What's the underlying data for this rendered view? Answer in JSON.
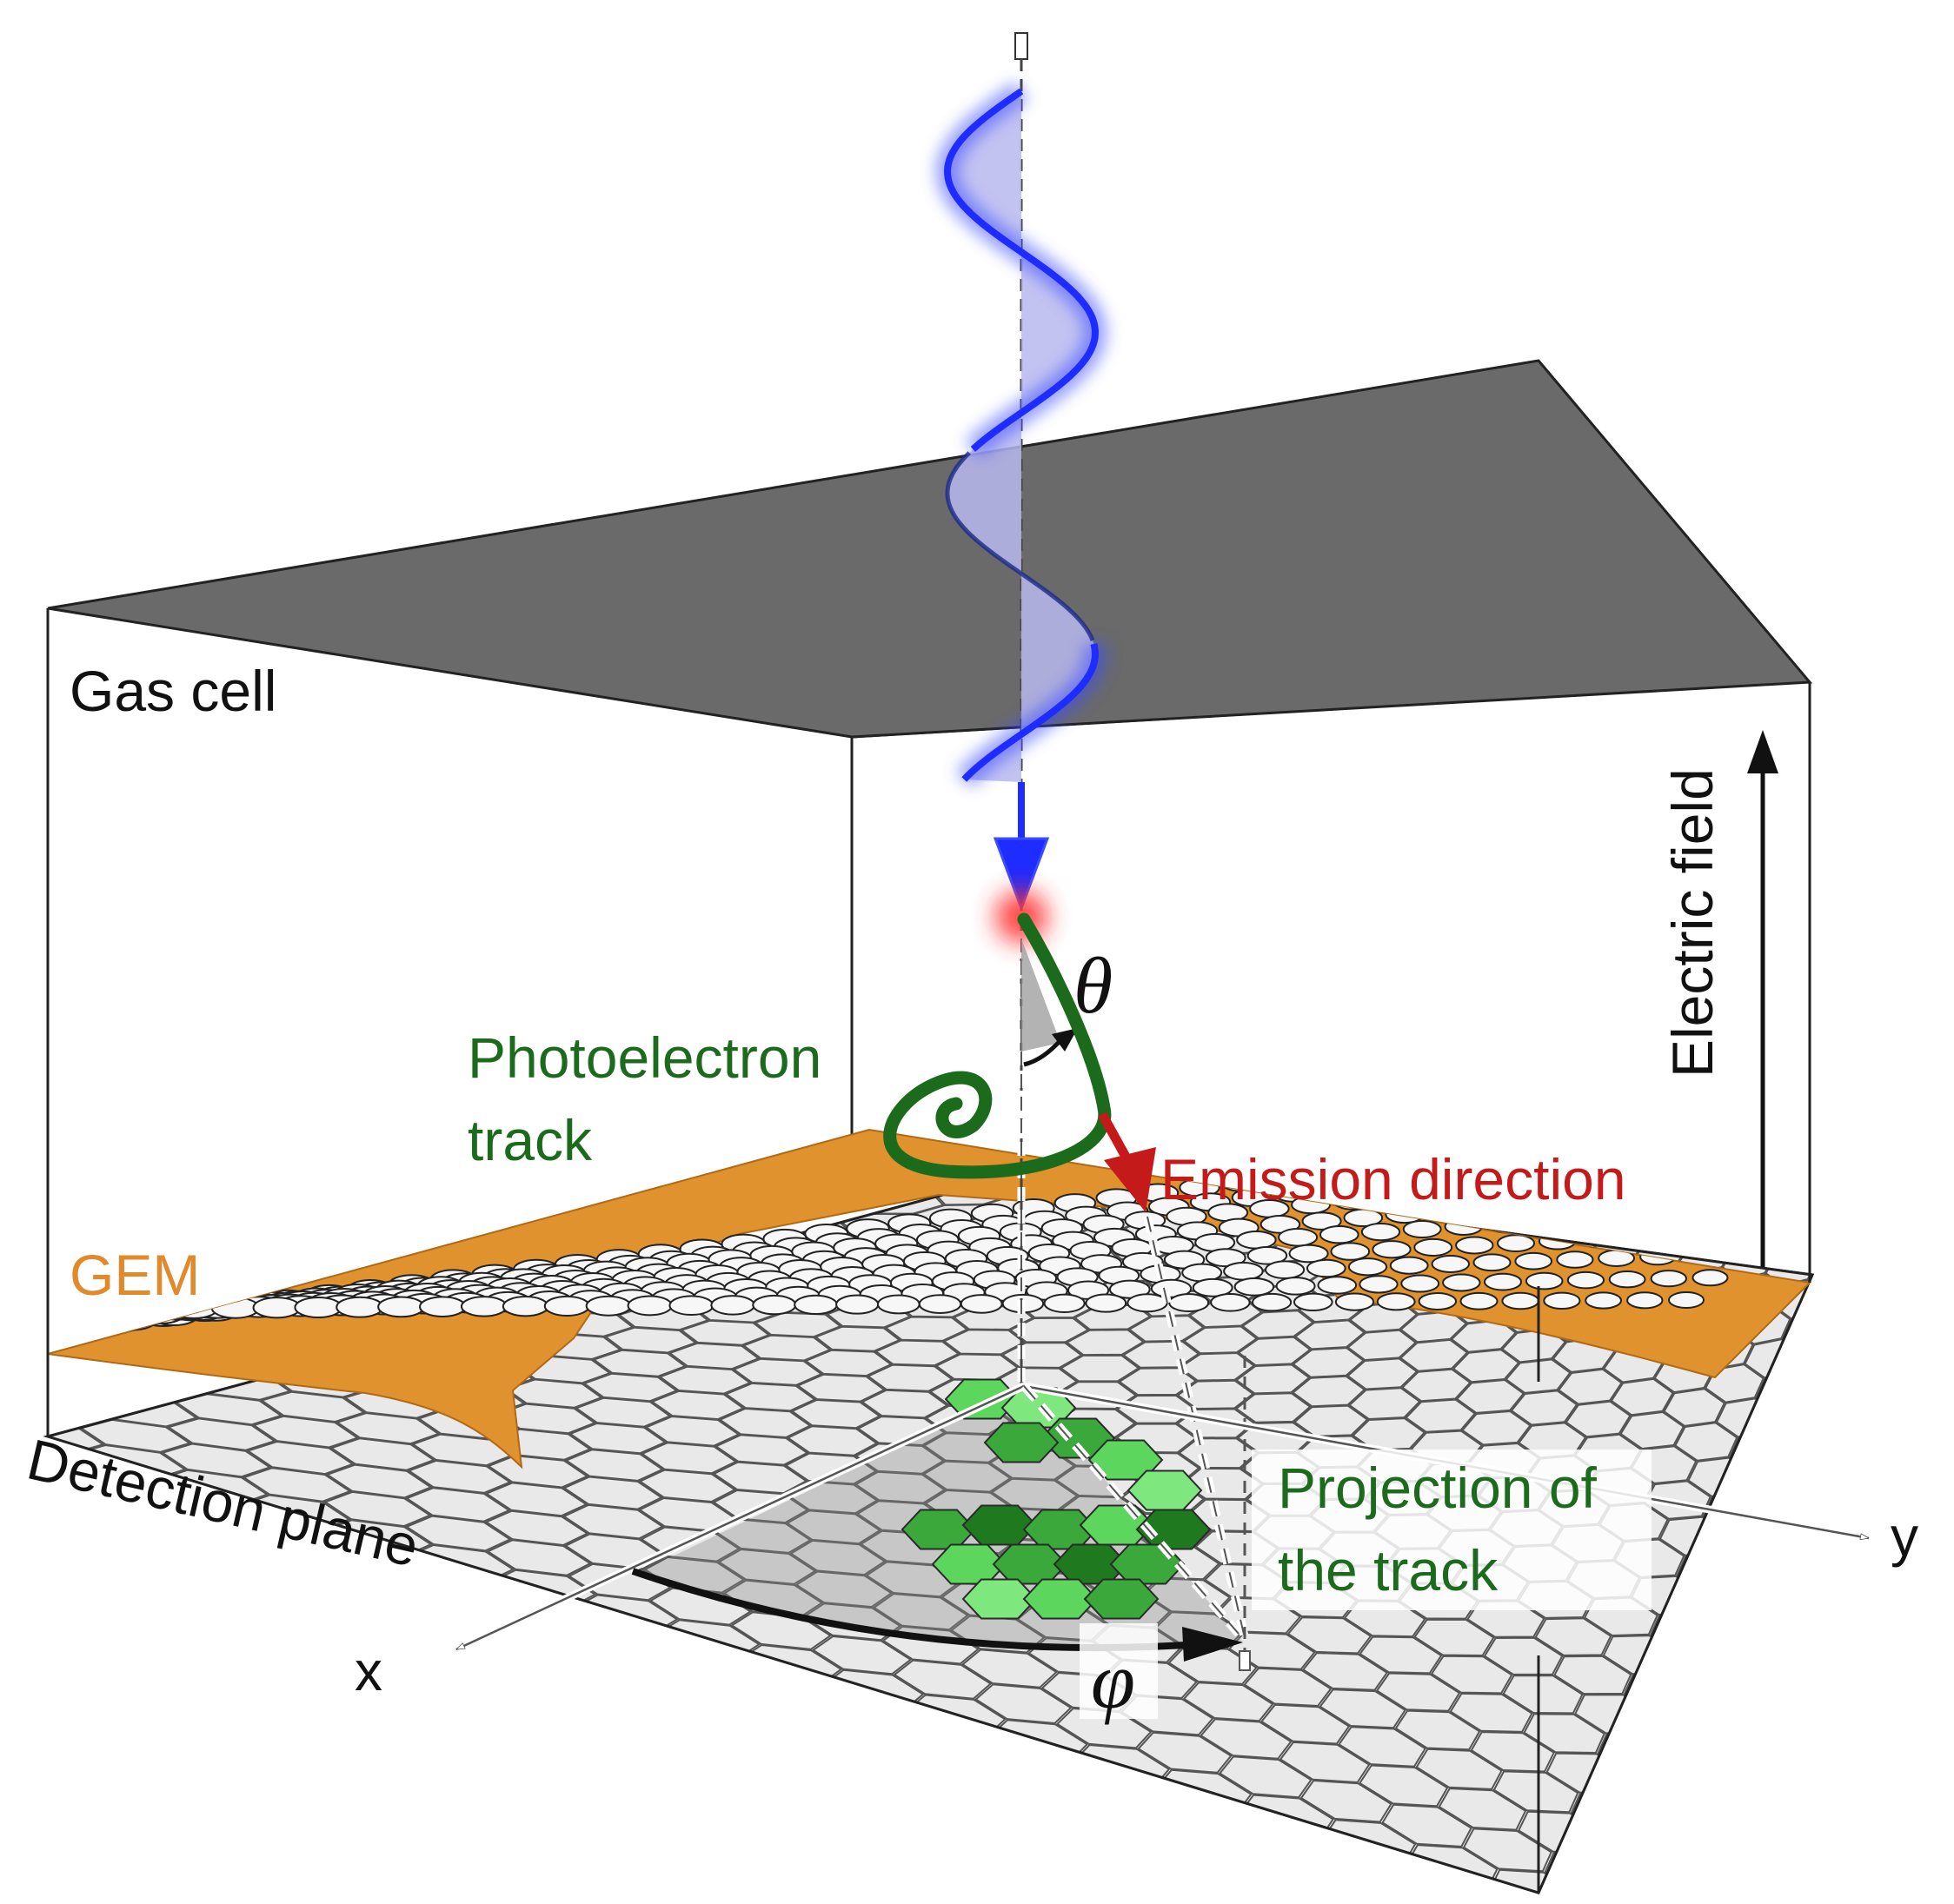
{
  "labels": {
    "gas_cell": "Gas cell",
    "electric_field": "Electric field",
    "photoelectron_track_line1": "Photoelectron",
    "photoelectron_track_line2": "track",
    "emission_direction": "Emission direction",
    "gem": "GEM",
    "detection_plane": "Detection plane",
    "projection_line1": "Projection of",
    "projection_line2": "the track",
    "theta": "θ",
    "phi": "φ",
    "axis_x": "x",
    "axis_y": "y"
  },
  "colors": {
    "photon_wave": "#1f2cff",
    "photon_fill": "#b9b9ef",
    "track": "#1c6b1c",
    "emission": "#c41a1a",
    "gem": "#e0922e",
    "gem_label": "#e08a2c",
    "top_plate": "#6a6a6a",
    "pixel_fill": "#e9e9e9",
    "pixel_hit_light": "#5cd65c",
    "pixel_hit_dark": "#1f7a1f"
  }
}
